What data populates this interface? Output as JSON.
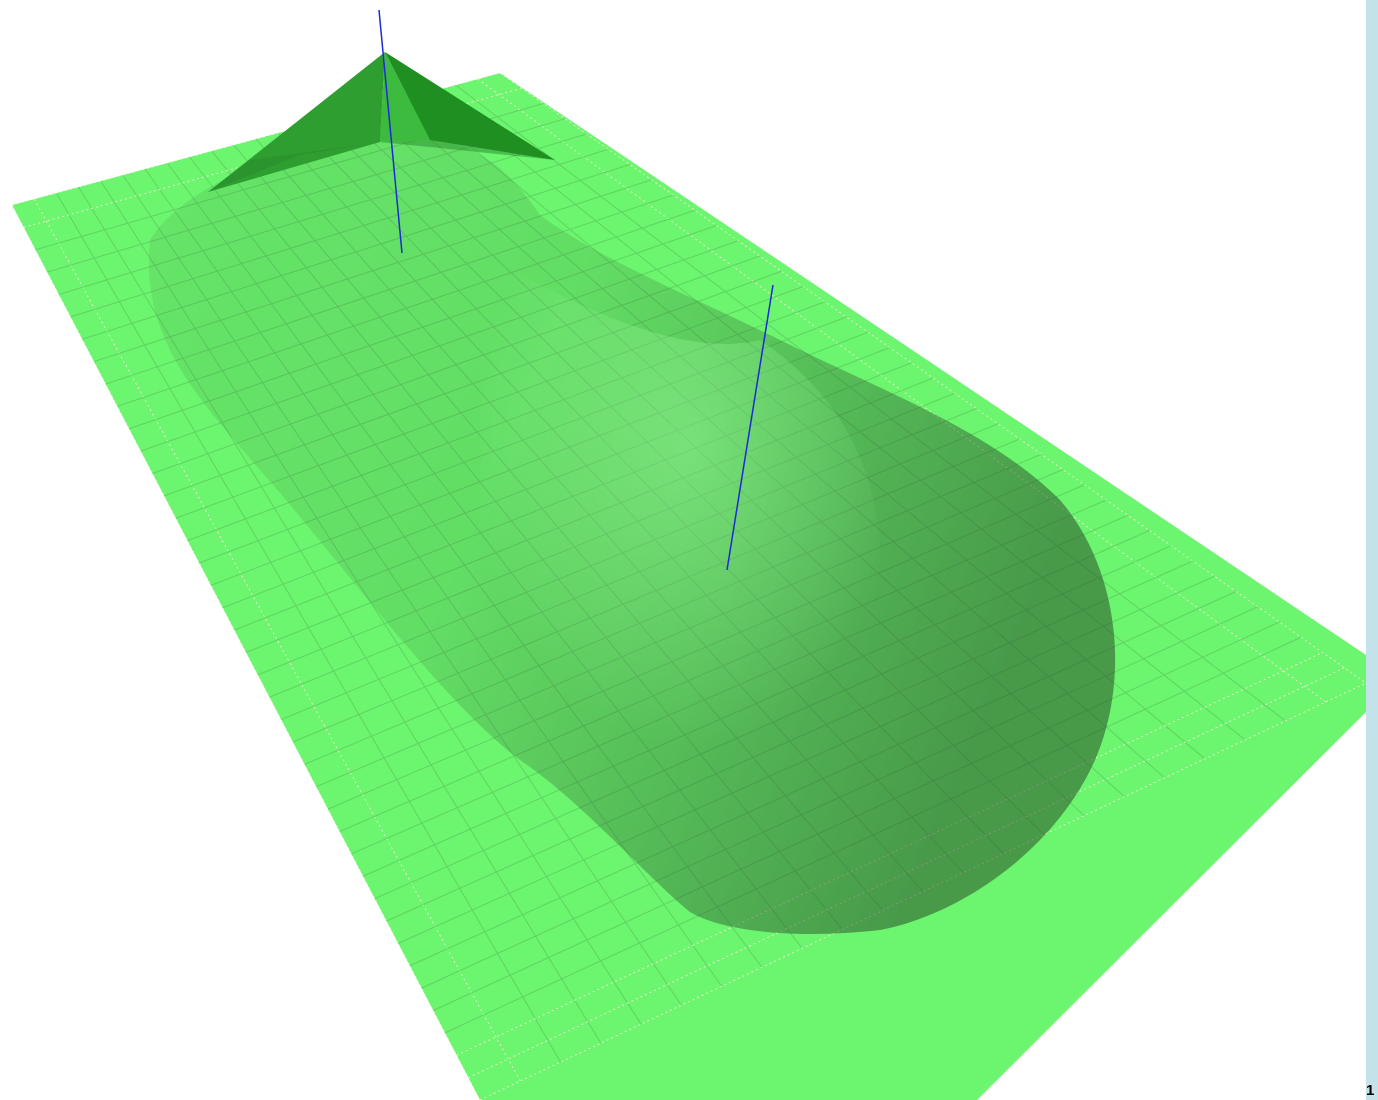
{
  "scene": {
    "description_label": "3D viewport",
    "colors": {
      "ground": "#6cf56e",
      "grid_line": "#5fd462",
      "grid_dash": "#e9efc4",
      "surface_shadow": "#2f5a30",
      "peak_dark": "#1f8f22",
      "peak_light": "#3dbb3f",
      "axis_line": "#1b2bd8",
      "panel": "#c4e2e9"
    },
    "icons": {
      "peak_axis_1": "vertical-axis-line",
      "peak_axis_2": "vertical-axis-line"
    }
  },
  "side_panel": {
    "corner_label": "1"
  }
}
